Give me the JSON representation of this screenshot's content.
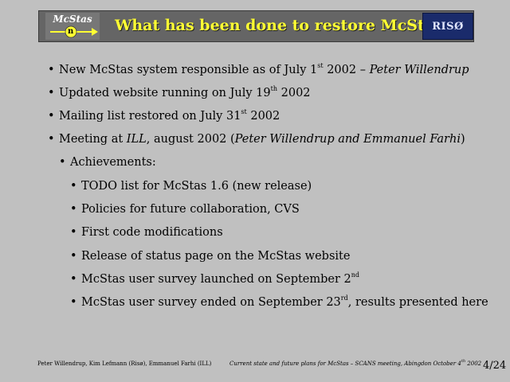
{
  "header": {
    "title": "What has been done to restore McStas?",
    "logo_left_text": "McStas",
    "logo_left_symbol": "n",
    "logo_right_text": "RISØ",
    "colors": {
      "header_bg": "#656565",
      "title": "#ffff33",
      "riso_bg": "#1a2b6b"
    }
  },
  "bullets": [
    {
      "pre": "New McStas system responsible as of July 1",
      "sup": "st",
      "post": " 2002 – ",
      "italic": "Peter Willendrup",
      "tail": ""
    },
    {
      "pre": "Updated website running on July 19",
      "sup": "th",
      "post": " 2002",
      "italic": "",
      "tail": ""
    },
    {
      "pre": "Mailing list restored on July 31",
      "sup": "st",
      "post": " 2002",
      "italic": "",
      "tail": ""
    },
    {
      "pre": "Meeting at ",
      "italic_inline": "ILL",
      "post2": ", august 2002 (",
      "italic": "Peter Willendrup and Emmanuel Farhi",
      "tail": ")"
    }
  ],
  "achievements_label": "Achievements:",
  "achievements": [
    {
      "pre": "TODO list for McStas 1.6 (new release)",
      "sup": "",
      "post": ""
    },
    {
      "pre": "Policies for future collaboration, CVS",
      "sup": "",
      "post": ""
    },
    {
      "pre": "First code modifications",
      "sup": "",
      "post": ""
    },
    {
      "pre": "Release of status page on the McStas website",
      "sup": "",
      "post": ""
    },
    {
      "pre": "McStas user survey launched on September 2",
      "sup": "nd",
      "post": ""
    },
    {
      "pre": "McStas user survey ended on September 23",
      "sup": "rd",
      "post": ", results presented here"
    }
  ],
  "footer": {
    "authors": "Peter Willendrup, Kim Lefmann (Risø), Emmanuel Farhi (ILL)",
    "talk_pre": "Current state and future plans for McStas – SCANS meeting, Abingdon October 4",
    "talk_sup": "th",
    "talk_post": " 2002",
    "page": "4/24"
  }
}
